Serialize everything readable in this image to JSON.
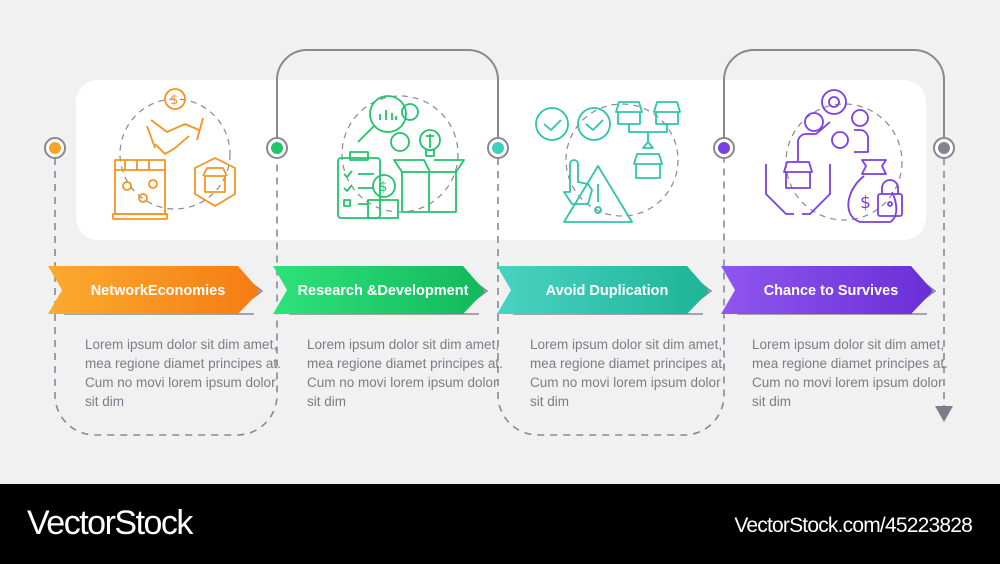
{
  "colors": {
    "background": "#f1f1f2",
    "connector": "#8a8794",
    "step1": "#f7931e",
    "step2": "#21c46a",
    "step3": "#2ec4ae",
    "step4": "#7b3fe4"
  },
  "steps": [
    {
      "title": "Network Economies",
      "title_lines": [
        "Network",
        "Economies"
      ],
      "icon": "network-economies-icon",
      "description": "Lorem ipsum dolor sit dim amet, mea regione diamet principes at. Cum no movi lorem ipsum dolor sit dim"
    },
    {
      "title": "Research & Development",
      "title_lines": [
        "Research &",
        "Development"
      ],
      "icon": "research-development-icon",
      "description": "Lorem ipsum dolor sit dim amet, mea regione diamet principes at. Cum no movi lorem ipsum dolor sit dim"
    },
    {
      "title": "Avoid Duplication",
      "title_lines": [
        "Avoid Duplication"
      ],
      "icon": "avoid-duplication-icon",
      "description": "Lorem ipsum dolor sit dim amet, mea regione diamet principes at. Cum no movi lorem ipsum dolor sit dim"
    },
    {
      "title": "Chance to Survives",
      "title_lines": [
        "Chance to Survives"
      ],
      "icon": "chance-to-survive-icon",
      "description": "Lorem ipsum dolor sit dim amet, mea regione diamet principes at. Cum no movi lorem ipsum dolor sit dim"
    }
  ],
  "footer": {
    "brand": "VectorStock",
    "url": "VectorStock.com/45223828"
  }
}
